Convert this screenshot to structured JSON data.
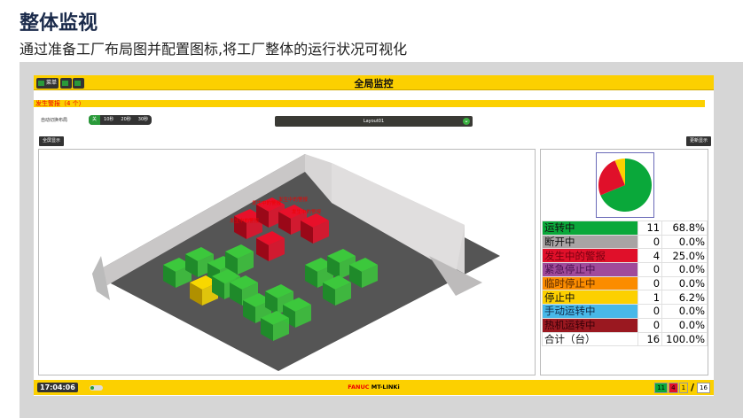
{
  "title": "整体监视",
  "subtitle": "通过准备工厂布局图并配置图标,将工厂整体的运行状况可视化",
  "header": {
    "menu_label": "菜单",
    "title": "全局监控"
  },
  "alarm_bar": "发生警报（4 个）",
  "controls": {
    "auto_switch_label": "自动切换布局",
    "intervals": [
      "关",
      "10秒",
      "20秒",
      "30秒"
    ],
    "selected_interval": "关",
    "layout_select": "Layout01",
    "fullscreen_label": "全屏显示",
    "update_label": "更新显示"
  },
  "map": {
    "alarm_label": "发生中的警报"
  },
  "status_table": [
    {
      "label": "运转中",
      "count": "11",
      "pct": "68.8%",
      "color": "#0aa83a",
      "text": "#111"
    },
    {
      "label": "断开中",
      "count": "0",
      "pct": "0.0%",
      "color": "#a8a4a4",
      "text": "#111"
    },
    {
      "label": "发生中的警报",
      "count": "4",
      "pct": "25.0%",
      "color": "#e0102a",
      "text": "#7a0010"
    },
    {
      "label": "紧急停止中",
      "count": "0",
      "pct": "0.0%",
      "color": "#a04a9a",
      "text": "#4a1050"
    },
    {
      "label": "临时停止中",
      "count": "0",
      "pct": "0.0%",
      "color": "#fb8c00",
      "text": "#5a2a00"
    },
    {
      "label": "停止中",
      "count": "1",
      "pct": "6.2%",
      "color": "#fcd000",
      "text": "#111"
    },
    {
      "label": "手动运转中",
      "count": "0",
      "pct": "0.0%",
      "color": "#48b8e8",
      "text": "#102a4a"
    },
    {
      "label": "热机运转中",
      "count": "0",
      "pct": "0.0%",
      "color": "#9a1820",
      "text": "#3a0008"
    },
    {
      "label": "合计（台）",
      "count": "16",
      "pct": "100.0%",
      "color": "#ffffff",
      "text": "#111"
    }
  ],
  "chart_data": {
    "type": "pie",
    "values": [
      11,
      4,
      1
    ],
    "colors": [
      "#0aa83a",
      "#e0102a",
      "#fcd000"
    ]
  },
  "footer": {
    "time": "17:04:06",
    "brand_a": "FANUC",
    "brand_b": "MT-LINKi",
    "counts": {
      "running": "11",
      "alarm": "4",
      "stopped": "1",
      "total": "16"
    },
    "separator": "/"
  }
}
